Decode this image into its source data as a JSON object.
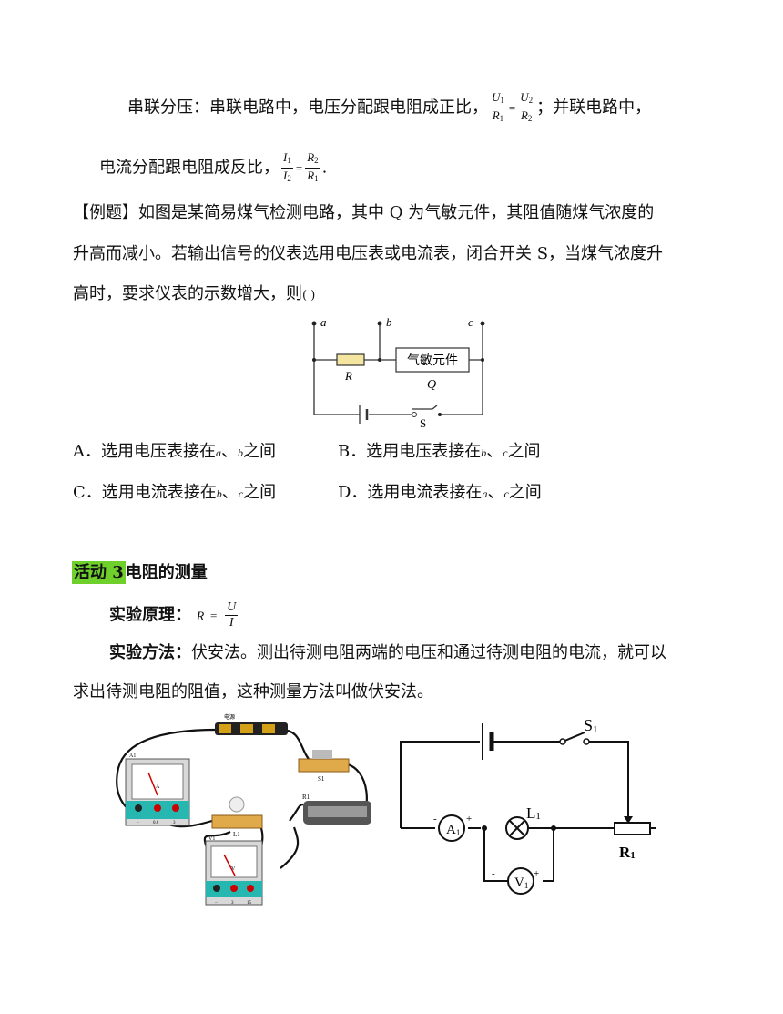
{
  "p1": {
    "prefix": "串联分压：串联电路中，电压分配跟电阻成正比，",
    "f1_num": "U",
    "f1_num_sub": "1",
    "f1_den": "R",
    "f1_den_sub": "1",
    "eq": "=",
    "f2_num": "U",
    "f2_num_sub": "2",
    "f2_den": "R",
    "f2_den_sub": "2",
    "suffix": "；并联电路中，"
  },
  "p2": {
    "prefix": "电流分配跟电阻成反比，",
    "f1_num": "I",
    "f1_num_sub": "1",
    "f1_den": "I",
    "f1_den_sub": "2",
    "eq": "=",
    "f2_num": "R",
    "f2_num_sub": "2",
    "f2_den": "R",
    "f2_den_sub": "1",
    "suffix": "."
  },
  "example": {
    "line1": "【例题】如图是某简易煤气检测电路，其中 Q 为气敏元件，其阻值随煤气浓度的",
    "line2": "升高而减小。若输出信号的仪表选用电压表或电流表，闭合开关 S，当煤气浓度升",
    "line3_text": "高时，要求仪表的示数增大，则",
    "line3_paren": "(        )"
  },
  "circuit1": {
    "a": "a",
    "b": "b",
    "c": "c",
    "R": "R",
    "element": "气敏元件",
    "Q": "Q",
    "S": "S"
  },
  "options": {
    "A_label": "A．选用电压表接在",
    "A_p1": "a",
    "A_sep": "、",
    "A_p2": "b",
    "A_end": "之间",
    "B_label": "B．选用电压表接在",
    "B_p1": "b",
    "B_sep": "、",
    "B_p2": "c",
    "B_end": "之间",
    "C_label": "C．选用电流表接在",
    "C_p1": "b",
    "C_sep": "、",
    "C_p2": "c",
    "C_end": "之间",
    "D_label": "D．选用电流表接在",
    "D_p1": "a",
    "D_sep": "、",
    "D_p2": "c",
    "D_end": "之间"
  },
  "activity": {
    "tag": "活动 3",
    "title": "电阻的测量",
    "principle_label": "实验原理：",
    "principle_lhs": "R",
    "principle_eq": "=",
    "principle_num": "U",
    "principle_den": "I",
    "method_label": "实验方法：",
    "method_line1": "伏安法。测出待测电阻两端的电压和通过待测电阻的电流，就可以",
    "method_line2": "求出待测电阻的阻值，这种测量方法叫做伏安法。"
  },
  "photo": {
    "battery_label": "电源",
    "A1": "A1",
    "S1": "S1",
    "R1": "R1",
    "L1": "L1",
    "V1": "V1",
    "ammeter_scale": "A",
    "voltmeter_scale": "V",
    "ammeter_ticks": [
      "−",
      "0.6",
      "3"
    ],
    "voltmeter_ticks": [
      "−",
      "3",
      "15"
    ]
  },
  "schematic": {
    "S1": "S",
    "S1_sub": "1",
    "L1": "L",
    "L1_sub": "1",
    "R1": "R",
    "R1_sub": "1",
    "A1": "A",
    "A1_sub": "1",
    "V1": "V",
    "V1_sub": "1",
    "minus": "-",
    "plus": "+"
  }
}
